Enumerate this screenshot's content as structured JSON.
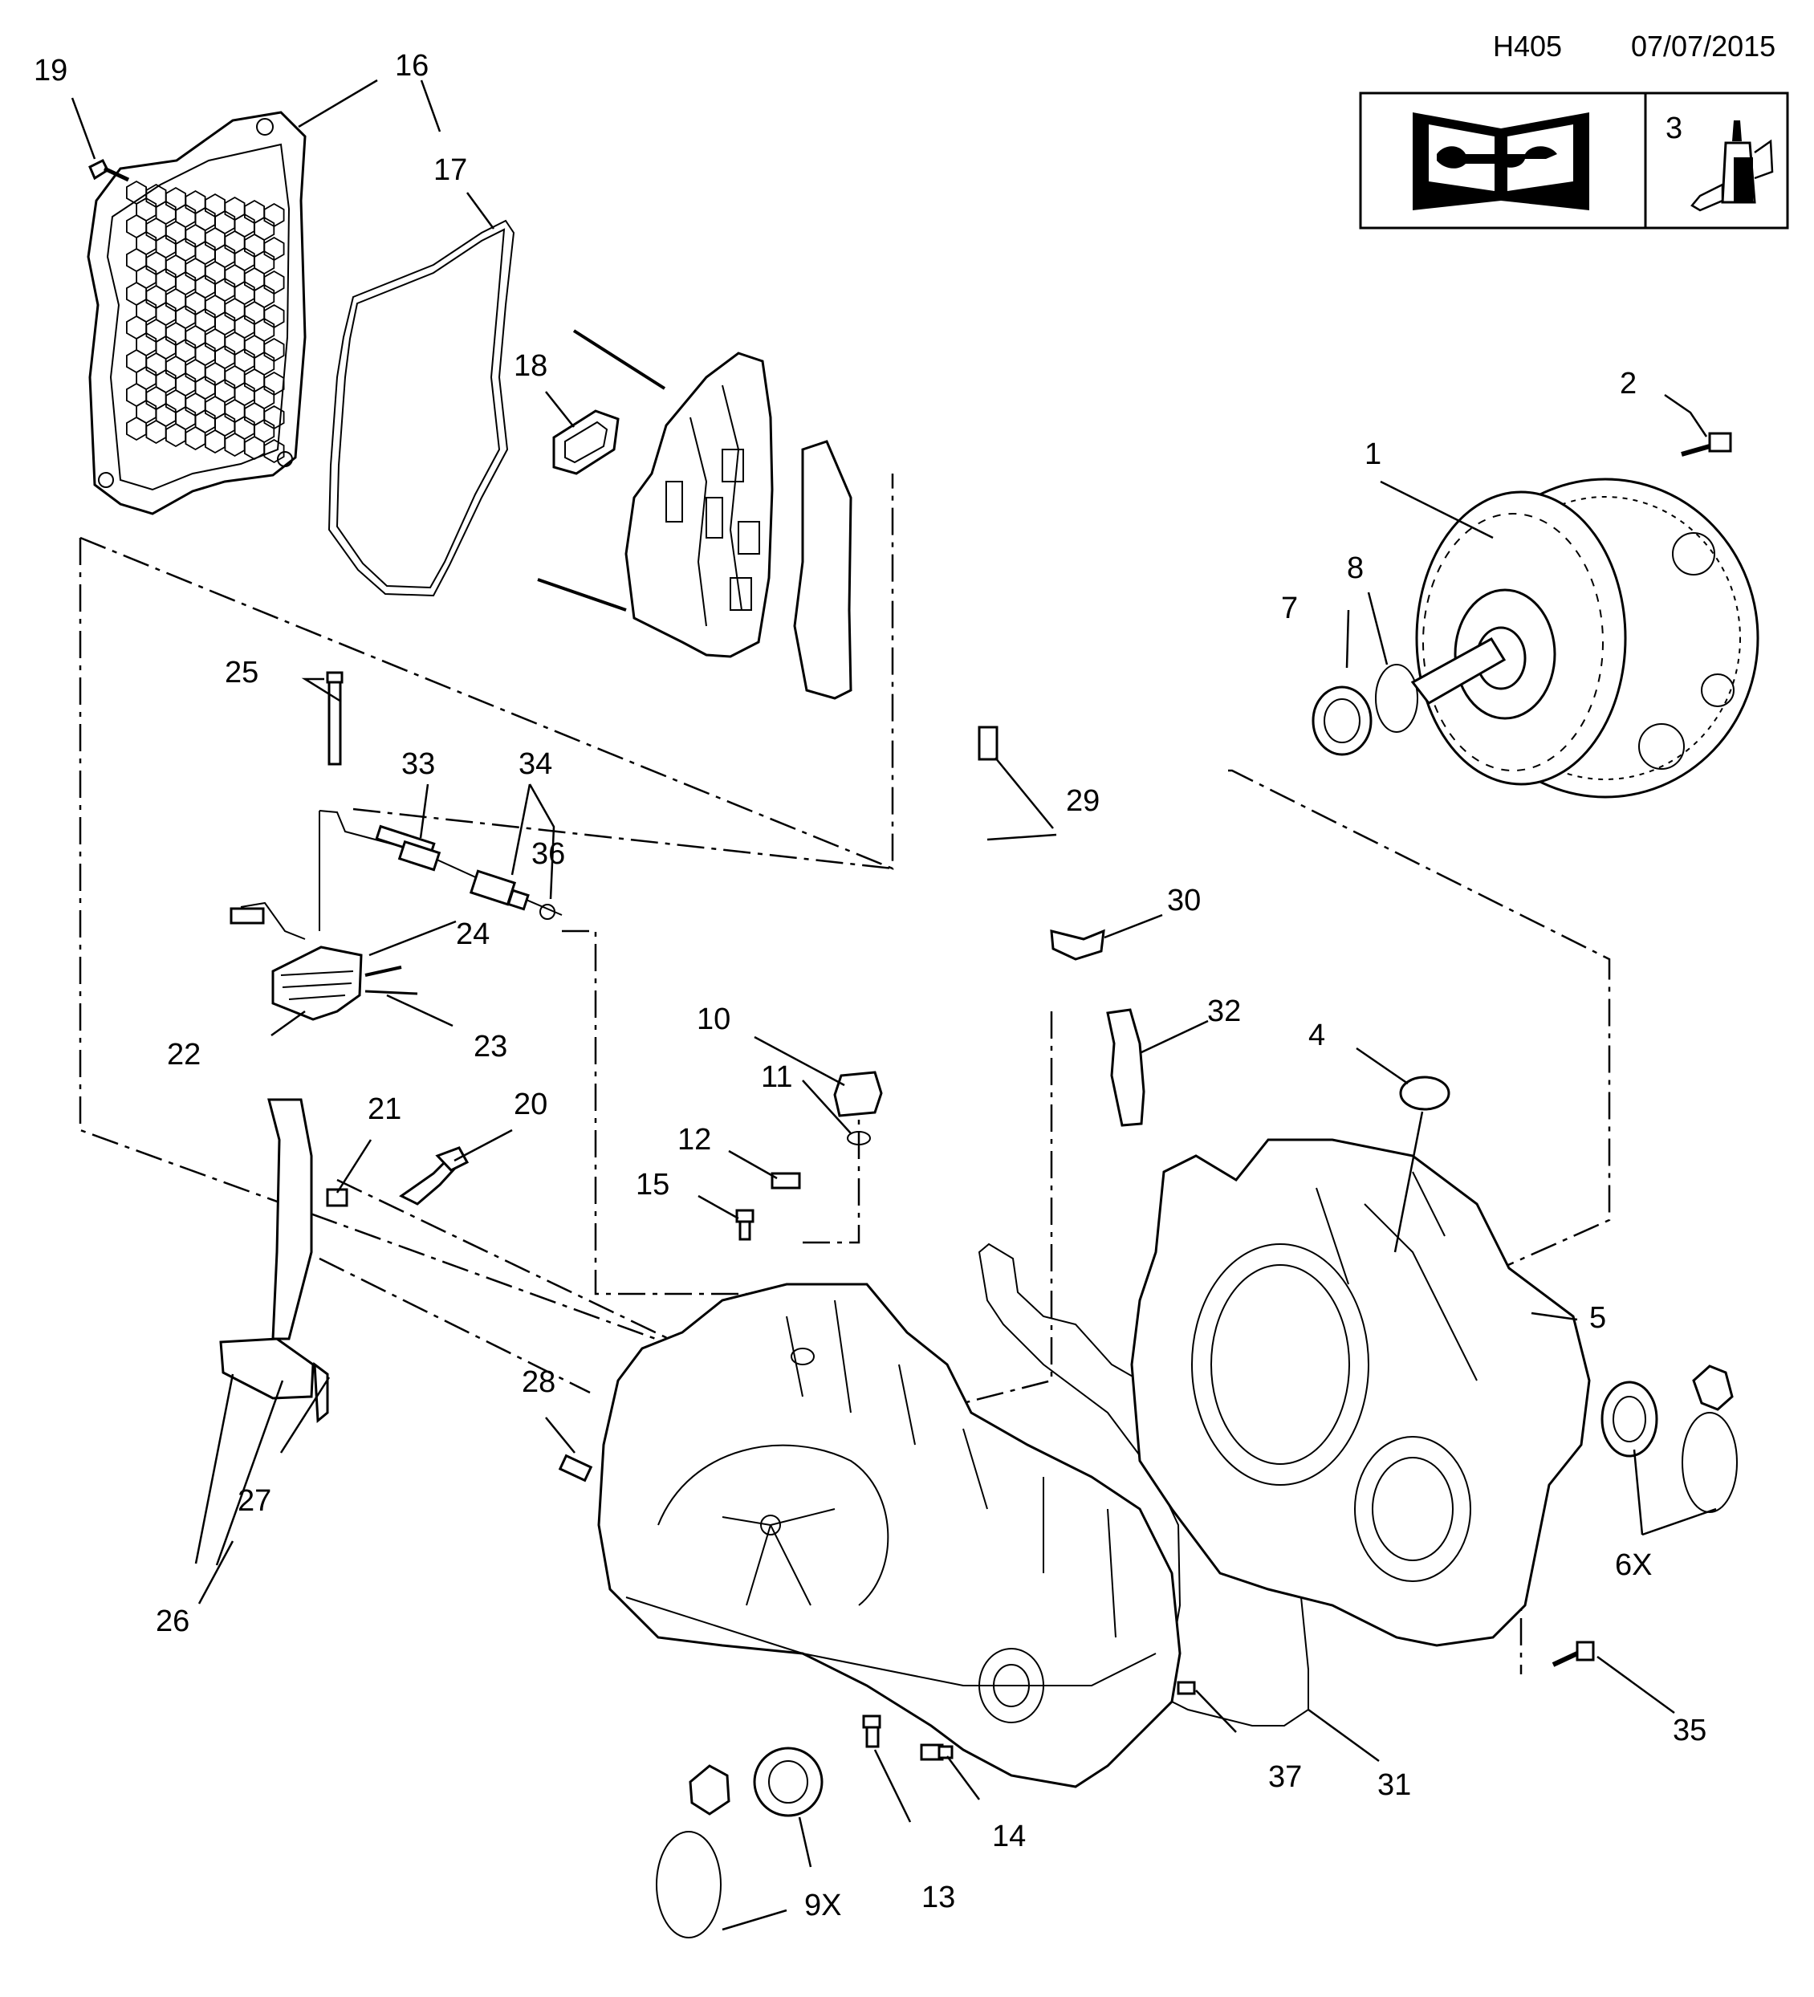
{
  "header": {
    "code": "H405",
    "date": "07/07/2015"
  },
  "legend": {
    "manual_icon": "workshop-manual-icon",
    "sealant_number": "3",
    "sealant_icon": "sealant-tube-icon"
  },
  "callouts": [
    {
      "id": "c1",
      "label": "1"
    },
    {
      "id": "c2",
      "label": "2"
    },
    {
      "id": "c3",
      "label": "3"
    },
    {
      "id": "c4",
      "label": "4"
    },
    {
      "id": "c5",
      "label": "5"
    },
    {
      "id": "c6x",
      "label": "6X"
    },
    {
      "id": "c7",
      "label": "7"
    },
    {
      "id": "c8",
      "label": "8"
    },
    {
      "id": "c9x",
      "label": "9X"
    },
    {
      "id": "c10",
      "label": "10"
    },
    {
      "id": "c11",
      "label": "11"
    },
    {
      "id": "c12",
      "label": "12"
    },
    {
      "id": "c13",
      "label": "13"
    },
    {
      "id": "c14",
      "label": "14"
    },
    {
      "id": "c15",
      "label": "15"
    },
    {
      "id": "c16",
      "label": "16"
    },
    {
      "id": "c17",
      "label": "17"
    },
    {
      "id": "c18",
      "label": "18"
    },
    {
      "id": "c19",
      "label": "19"
    },
    {
      "id": "c20",
      "label": "20"
    },
    {
      "id": "c21",
      "label": "21"
    },
    {
      "id": "c22",
      "label": "22"
    },
    {
      "id": "c23",
      "label": "23"
    },
    {
      "id": "c24",
      "label": "24"
    },
    {
      "id": "c25",
      "label": "25"
    },
    {
      "id": "c26",
      "label": "26"
    },
    {
      "id": "c27",
      "label": "27"
    },
    {
      "id": "c28",
      "label": "28"
    },
    {
      "id": "c29",
      "label": "29"
    },
    {
      "id": "c30",
      "label": "30"
    },
    {
      "id": "c31",
      "label": "31"
    },
    {
      "id": "c32",
      "label": "32"
    },
    {
      "id": "c33",
      "label": "33"
    },
    {
      "id": "c34",
      "label": "34"
    },
    {
      "id": "c35",
      "label": "35"
    },
    {
      "id": "c36",
      "label": "36"
    },
    {
      "id": "c37",
      "label": "37"
    }
  ]
}
